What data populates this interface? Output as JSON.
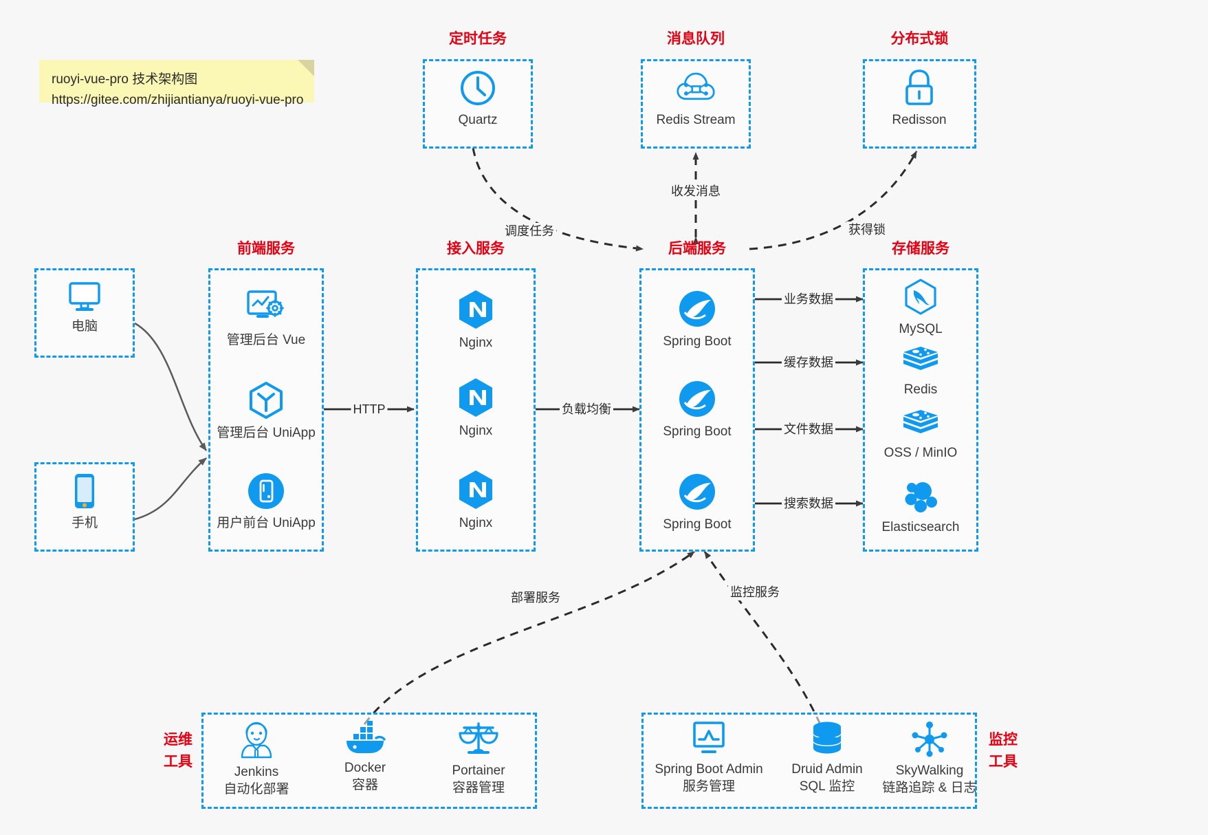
{
  "note": {
    "line1": "ruoyi-vue-pro 技术架构图",
    "line2": "https://gitee.com/zhijiantianya/ruoyi-vue-pro"
  },
  "colors": {
    "box_border": "#0f9af0",
    "group_title": "#e60012",
    "icon_blue": "#0f9af0",
    "edge_dark": "#3c3c3c",
    "background": "#f7f7f7",
    "note_bg": "#fbf7b5"
  },
  "groups": {
    "scheduler": {
      "title": "定时任务",
      "nodes": [
        {
          "label": "Quartz",
          "icon": "clock-icon"
        }
      ]
    },
    "mq": {
      "title": "消息队列",
      "nodes": [
        {
          "label": "Redis Stream",
          "icon": "cloud-stream-icon"
        }
      ]
    },
    "lock": {
      "title": "分布式锁",
      "nodes": [
        {
          "label": "Redisson",
          "icon": "lock-icon"
        }
      ]
    },
    "clients": {
      "pc": {
        "label": "电脑",
        "icon": "desktop-icon"
      },
      "mobile": {
        "label": "手机",
        "icon": "phone-icon"
      }
    },
    "frontend": {
      "title": "前端服务",
      "nodes": [
        {
          "label": "管理后台 Vue",
          "icon": "dashboard-gear-icon"
        },
        {
          "label": "管理后台 UniApp",
          "icon": "cube-icon"
        },
        {
          "label": "用户前台 UniApp",
          "icon": "mobile-app-icon"
        }
      ]
    },
    "gateway": {
      "title": "接入服务",
      "nodes": [
        {
          "label": "Nginx",
          "icon": "nginx-icon"
        },
        {
          "label": "Nginx",
          "icon": "nginx-icon"
        },
        {
          "label": "Nginx",
          "icon": "nginx-icon"
        }
      ]
    },
    "backend": {
      "title": "后端服务",
      "nodes": [
        {
          "label": "Spring Boot",
          "icon": "spring-boot-icon"
        },
        {
          "label": "Spring Boot",
          "icon": "spring-boot-icon"
        },
        {
          "label": "Spring Boot",
          "icon": "spring-boot-icon"
        }
      ]
    },
    "storage": {
      "title": "存储服务",
      "nodes": [
        {
          "label": "MySQL",
          "icon": "mysql-icon"
        },
        {
          "label": "Redis",
          "icon": "redis-icon"
        },
        {
          "label": "OSS / MinIO",
          "icon": "oss-minio-icon"
        },
        {
          "label": "Elasticsearch",
          "icon": "elasticsearch-icon"
        }
      ]
    },
    "devops": {
      "title_line1": "运维",
      "title_line2": "工具",
      "nodes": [
        {
          "label": "Jenkins",
          "sublabel": "自动化部署",
          "icon": "jenkins-icon"
        },
        {
          "label": "Docker",
          "sublabel": "容器",
          "icon": "docker-icon"
        },
        {
          "label": "Portainer",
          "sublabel": "容器管理",
          "icon": "scales-icon"
        }
      ]
    },
    "monitor": {
      "title_line1": "监控",
      "title_line2": "工具",
      "nodes": [
        {
          "label": "Spring Boot Admin",
          "sublabel": "服务管理",
          "icon": "monitor-chart-icon"
        },
        {
          "label": "Druid Admin",
          "sublabel": "SQL 监控",
          "icon": "database-icon"
        },
        {
          "label": "SkyWalking",
          "sublabel": "链路追踪 & 日志",
          "icon": "skywalking-icon"
        }
      ]
    }
  },
  "edges": [
    {
      "name": "edge-scheduler-backend",
      "label": "调度任务",
      "style": "dashed"
    },
    {
      "name": "edge-backend-mq",
      "label": "收发消息",
      "style": "dashed"
    },
    {
      "name": "edge-backend-lock",
      "label": "获得锁",
      "style": "dashed"
    },
    {
      "name": "edge-frontend-gateway",
      "label": "HTTP",
      "style": "solid"
    },
    {
      "name": "edge-gateway-backend",
      "label": "负载均衡",
      "style": "solid"
    },
    {
      "name": "edge-backend-mysql",
      "label": "业务数据",
      "style": "solid"
    },
    {
      "name": "edge-backend-redis",
      "label": "缓存数据",
      "style": "solid"
    },
    {
      "name": "edge-backend-oss",
      "label": "文件数据",
      "style": "solid"
    },
    {
      "name": "edge-backend-es",
      "label": "搜索数据",
      "style": "solid"
    },
    {
      "name": "edge-devops-backend",
      "label": "部署服务",
      "style": "dashed"
    },
    {
      "name": "edge-monitor-backend",
      "label": "监控服务",
      "style": "dashed"
    }
  ]
}
